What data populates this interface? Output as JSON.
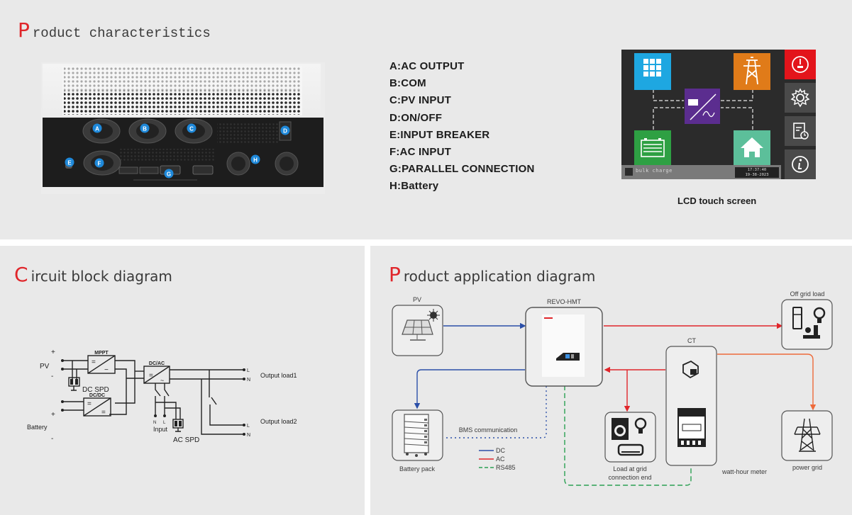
{
  "product_characteristics": {
    "title_initial": "P",
    "title_rest": "roduct characteristics",
    "callouts": [
      "A",
      "B",
      "C",
      "D",
      "E",
      "F",
      "G",
      "H"
    ],
    "features": [
      "A:AC OUTPUT",
      "B:COM",
      "C:PV INPUT",
      "D:ON/OFF",
      "E:INPUT BREAKER",
      "F:AC INPUT",
      "G:PARALLEL CONNECTION",
      "H:Battery"
    ],
    "lcd": {
      "caption": "LCD touch screen",
      "status_text": "bulk charge",
      "time": "17:37:40",
      "date": "19-38-2023",
      "tiles": [
        {
          "name": "pv-solar-icon",
          "color": "#1ea7e1"
        },
        {
          "name": "grid-tower-icon",
          "color": "#e07b19"
        },
        {
          "name": "inverter-icon",
          "color": "#5b2d8f"
        },
        {
          "name": "battery-icon",
          "color": "#2ea043"
        },
        {
          "name": "home-icon",
          "color": "#5cbf9a"
        }
      ],
      "side_buttons": [
        {
          "name": "dashboard-gauge-icon",
          "color": "#e3141b"
        },
        {
          "name": "settings-gear-icon",
          "color": "#4a4a4a"
        },
        {
          "name": "history-log-icon",
          "color": "#4a4a4a"
        },
        {
          "name": "info-icon",
          "color": "#4a4a4a"
        }
      ]
    }
  },
  "circuit_block_diagram": {
    "title_initial": "C",
    "title_rest": "ircuit block diagram",
    "labels": {
      "pv": "PV",
      "battery": "Battery",
      "plus": "+",
      "minus": "-",
      "mppt": "MPPT",
      "dcac": "DC/AC",
      "dcdc": "DC/DC",
      "dc_spd": "DC SPD",
      "ac_spd": "AC SPD",
      "input": "Input",
      "n": "N",
      "l": "L",
      "output_load1": "Output load1",
      "output_load2": "Output load2"
    }
  },
  "product_application_diagram": {
    "title_initial": "P",
    "title_rest": "roduct application diagram",
    "nodes": {
      "pv": "PV",
      "inverter": "REVO-HMT",
      "off_grid_load": "Off grid load",
      "ct": "CT",
      "battery_pack": "Battery pack",
      "load_grid_line1": "Load at grid",
      "load_grid_line2": "connection end",
      "watt_hour_meter": "watt-hour meter",
      "power_grid": "power grid",
      "bms": "BMS communication"
    },
    "legend": [
      {
        "label": "DC",
        "color": "#2b4fa8",
        "style": "solid"
      },
      {
        "label": "AC",
        "color": "#e0262b",
        "style": "solid"
      },
      {
        "label": "RS485",
        "color": "#2aa052",
        "style": "dashed"
      }
    ]
  }
}
